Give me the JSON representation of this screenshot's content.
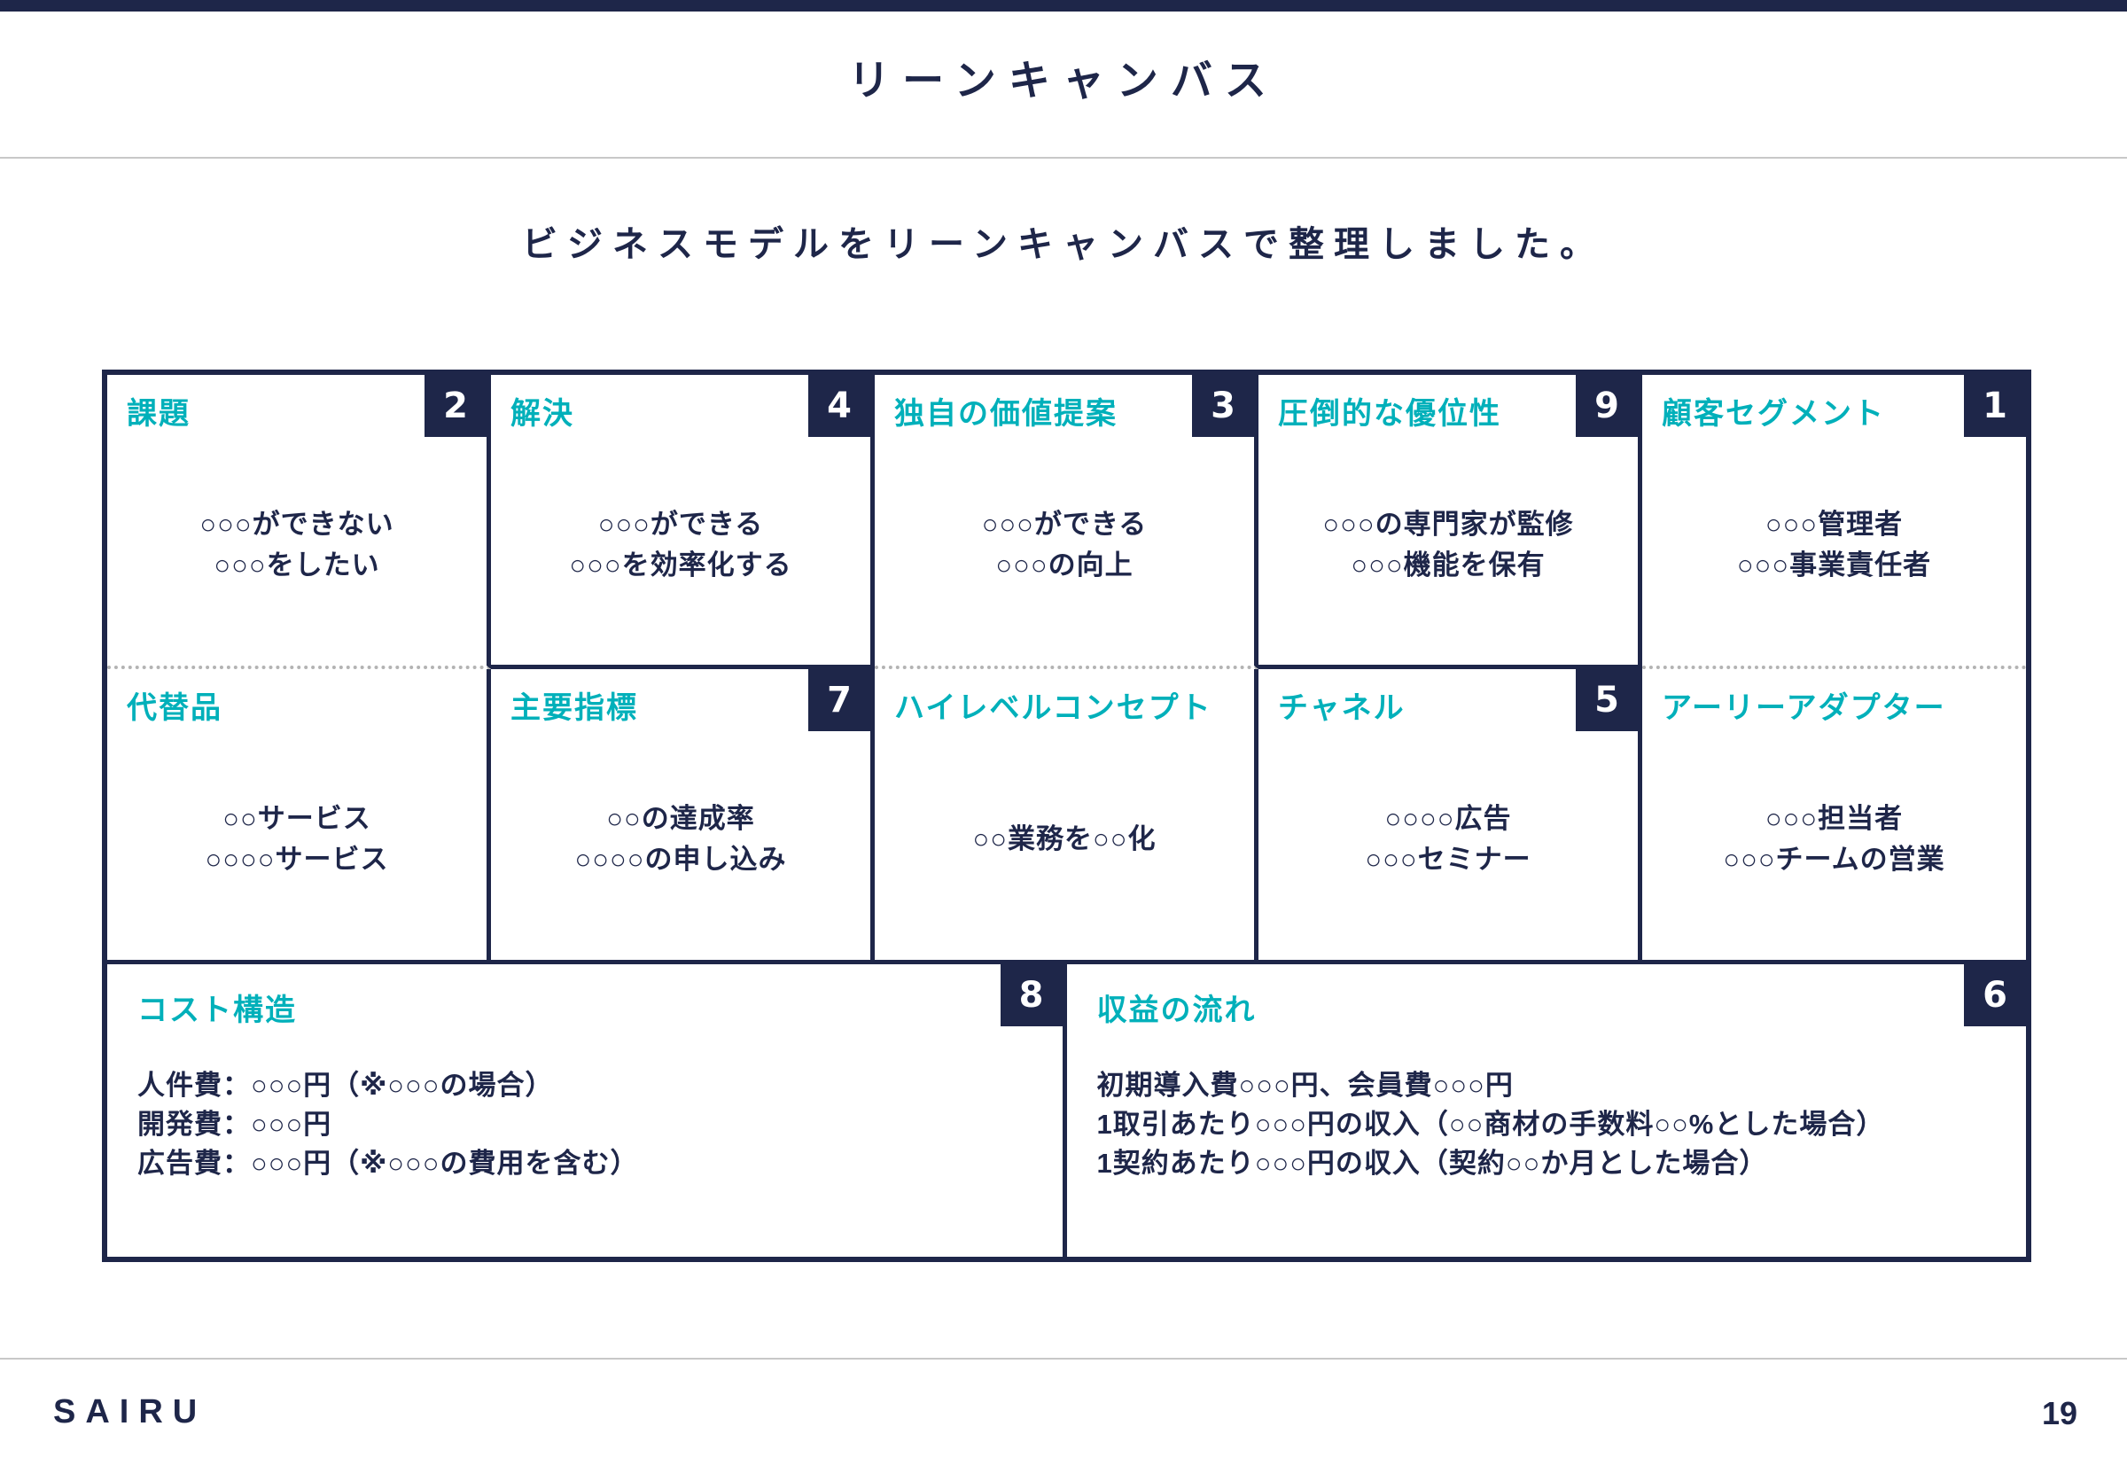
{
  "page": {
    "title": "リーンキャンバス",
    "subtitle": "ビジネスモデルをリーンキャンバスで整理しました。",
    "footer": {
      "brand": "SAIRU",
      "page_number": "19"
    }
  },
  "colors": {
    "navy": "#1e2649",
    "teal": "#00b0ba",
    "divider_gray": "#c8c8c8",
    "dotted_gray": "#b3b3b3",
    "badge_text": "#ffffff"
  },
  "canvas": {
    "cells": [
      {
        "key": "problem",
        "title": "課題",
        "number": "2",
        "lines": [
          "○○○ができない",
          "○○○をしたい"
        ]
      },
      {
        "key": "solution",
        "title": "解決",
        "number": "4",
        "lines": [
          "○○○ができる",
          "○○○を効率化する"
        ]
      },
      {
        "key": "unique-value-proposition",
        "title": "独自の価値提案",
        "number": "3",
        "lines": [
          "○○○ができる",
          "○○○の向上"
        ]
      },
      {
        "key": "unfair-advantage",
        "title": "圧倒的な優位性",
        "number": "9",
        "lines": [
          "○○○の専門家が監修",
          "○○○機能を保有"
        ]
      },
      {
        "key": "customer-segments",
        "title": "顧客セグメント",
        "number": "1",
        "lines": [
          "○○○管理者",
          "○○○事業責任者"
        ]
      },
      {
        "key": "alternatives",
        "title": "代替品",
        "lines": [
          "○○サービス",
          "○○○○サービス"
        ]
      },
      {
        "key": "key-metrics",
        "title": "主要指標",
        "number": "7",
        "lines": [
          "○○の達成率",
          "○○○○の申し込み"
        ]
      },
      {
        "key": "high-level-concept",
        "title": "ハイレベルコンセプト",
        "lines": [
          "○○業務を○○化"
        ]
      },
      {
        "key": "channels",
        "title": "チャネル",
        "number": "5",
        "lines": [
          "○○○○広告",
          "○○○セミナー"
        ]
      },
      {
        "key": "early-adopters",
        "title": "アーリーアダプター",
        "lines": [
          "○○○担当者",
          "○○○チームの営業"
        ]
      },
      {
        "key": "cost-structure",
        "title": "コスト構造",
        "number": "8",
        "lines": [
          "人件費：○○○円（※○○○の場合）",
          "開発費：○○○円",
          "広告費：○○○円（※○○○の費用を含む）"
        ]
      },
      {
        "key": "revenue-streams",
        "title": "収益の流れ",
        "number": "6",
        "lines": [
          "初期導入費○○○円、会員費○○○円",
          "1取引あたり○○○円の収入（○○商材の手数料○○%とした場合）",
          "1契約あたり○○○円の収入（契約○○か月とした場合）"
        ]
      }
    ]
  }
}
